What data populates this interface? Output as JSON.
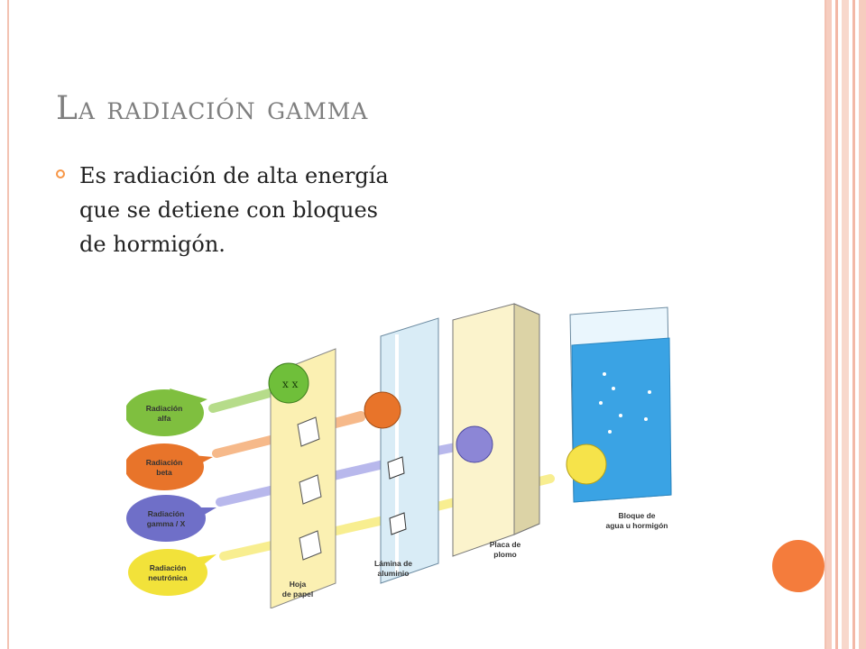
{
  "slide": {
    "title": "La radiación gamma",
    "bullet": "Es radiación de alta energía que se detiene con bloques de hormigón."
  },
  "diagram": {
    "bubbles": [
      {
        "line1": "Radiación",
        "line2": "alfa",
        "color": "#7fbf3f"
      },
      {
        "line1": "Radiación",
        "line2": "beta",
        "color": "#e8742a"
      },
      {
        "line1": "Radiación",
        "line2": "gamma / X",
        "color": "#6f6fc8"
      },
      {
        "line1": "Radiación",
        "line2": "neutrónica",
        "color": "#f2e23a"
      }
    ],
    "barriers": [
      {
        "line1": "Hoja",
        "line2": "de papel"
      },
      {
        "line1": "Lámina de",
        "line2": "aluminio"
      },
      {
        "line1": "Placa de",
        "line2": "plomo"
      },
      {
        "line1": "Bloque de",
        "line2": "agua u hormigón"
      }
    ]
  },
  "colors": {
    "title": "#7f7f7f",
    "accent_orange": "#f47c3c",
    "frame_pink": "#f3c2b2"
  }
}
